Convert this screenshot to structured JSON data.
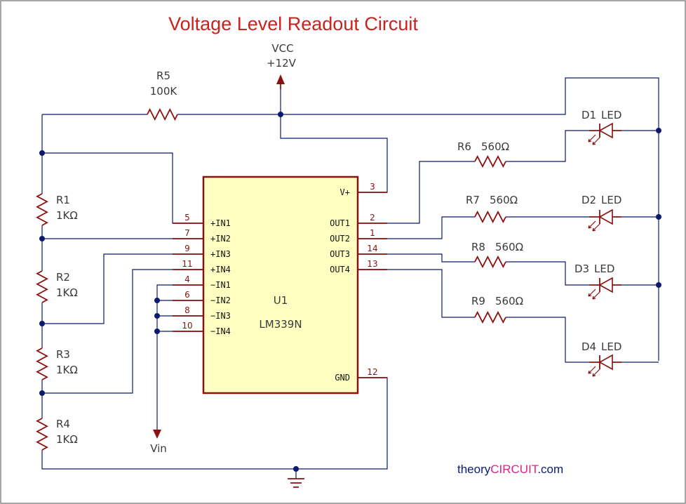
{
  "title": "Voltage Level Readout Circuit",
  "vcc": {
    "name": "VCC",
    "value": "+12V"
  },
  "ic": {
    "ref": "U1",
    "part": "LM339N",
    "pins": [
      {
        "num": "5",
        "name": "+IN1"
      },
      {
        "num": "7",
        "name": "+IN2"
      },
      {
        "num": "9",
        "name": "+IN3"
      },
      {
        "num": "11",
        "name": "+IN4"
      },
      {
        "num": "4",
        "name": "−IN1"
      },
      {
        "num": "6",
        "name": "−IN2"
      },
      {
        "num": "8",
        "name": "−IN3"
      },
      {
        "num": "10",
        "name": "−IN4"
      },
      {
        "num": "3",
        "name": "V+"
      },
      {
        "num": "2",
        "name": "OUT1"
      },
      {
        "num": "1",
        "name": "OUT2"
      },
      {
        "num": "14",
        "name": "OUT3"
      },
      {
        "num": "13",
        "name": "OUT4"
      },
      {
        "num": "12",
        "name": "GND"
      }
    ]
  },
  "resistors": [
    {
      "ref": "R5",
      "value": "100K"
    },
    {
      "ref": "R1",
      "value": "1KΩ"
    },
    {
      "ref": "R2",
      "value": "1KΩ"
    },
    {
      "ref": "R3",
      "value": "1KΩ"
    },
    {
      "ref": "R4",
      "value": "1KΩ"
    },
    {
      "ref": "R6",
      "value": "560Ω"
    },
    {
      "ref": "R7",
      "value": "560Ω"
    },
    {
      "ref": "R8",
      "value": "560Ω"
    },
    {
      "ref": "R9",
      "value": "560Ω"
    }
  ],
  "leds": [
    {
      "ref": "D1",
      "type": "LED"
    },
    {
      "ref": "D2",
      "type": "LED"
    },
    {
      "ref": "D3",
      "type": "LED"
    },
    {
      "ref": "D4",
      "type": "LED"
    }
  ],
  "input": {
    "name": "Vin"
  },
  "brand": {
    "part1": "theory",
    "part2": "CIRCUIT",
    "part3": ".com"
  },
  "colors": {
    "wire": "#0b1a6e",
    "component": "#8b1010",
    "ic_fill": "#ffffc2",
    "title": "#c8231e",
    "brand_accent": "#e0218a"
  }
}
